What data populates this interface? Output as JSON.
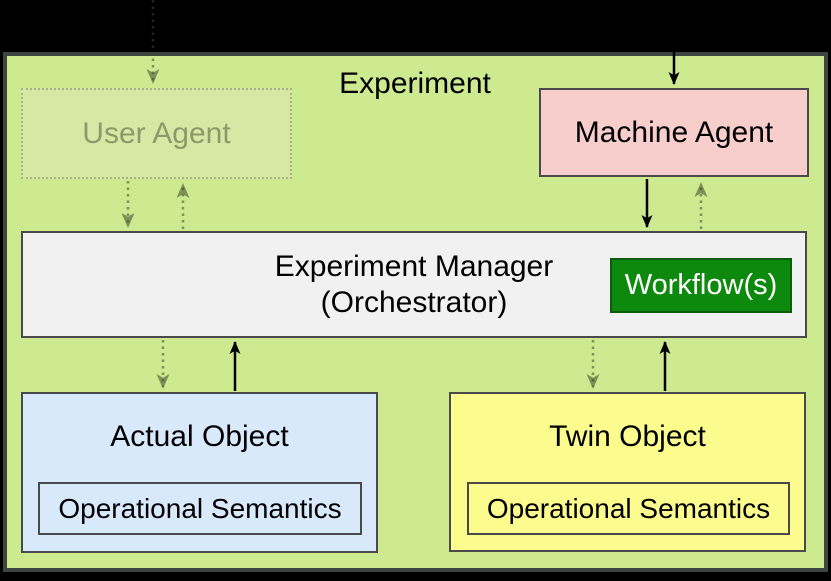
{
  "diagram": {
    "title": "Experiment",
    "nodes": {
      "user_agent": {
        "label": "User Agent",
        "state": "faded",
        "fill": "#d6e8a3"
      },
      "machine_agent": {
        "label": "Machine Agent",
        "fill": "#f8cecc"
      },
      "experiment_manager": {
        "label_line1": "Experiment Manager",
        "label_line2": "(Orchestrator)",
        "fill": "#f1f1f1"
      },
      "workflow": {
        "label": "Workflow(s)",
        "fill": "#0d8a0e",
        "text_color": "#ffffff"
      },
      "actual_object": {
        "label": "Actual Object",
        "sublabel": "Operational Semantics",
        "fill": "#d9e9fc"
      },
      "twin_object": {
        "label": "Twin Object",
        "sublabel": "Operational Semantics",
        "fill": "#fbfb8e"
      }
    },
    "edges": [
      {
        "from": "external-top",
        "to": "user_agent",
        "style": "dotted",
        "direction": "down"
      },
      {
        "from": "external-top",
        "to": "machine_agent",
        "style": "solid",
        "direction": "down"
      },
      {
        "from": "user_agent",
        "to": "experiment_manager",
        "style": "dotted",
        "direction": "down"
      },
      {
        "from": "experiment_manager",
        "to": "user_agent",
        "style": "dotted",
        "direction": "up"
      },
      {
        "from": "machine_agent",
        "to": "experiment_manager",
        "style": "solid",
        "direction": "down"
      },
      {
        "from": "experiment_manager",
        "to": "machine_agent",
        "style": "dotted",
        "direction": "up"
      },
      {
        "from": "experiment_manager",
        "to": "actual_object",
        "style": "dotted",
        "direction": "down"
      },
      {
        "from": "actual_object",
        "to": "experiment_manager",
        "style": "solid",
        "direction": "up"
      },
      {
        "from": "experiment_manager",
        "to": "twin_object",
        "style": "dotted",
        "direction": "down"
      },
      {
        "from": "twin_object",
        "to": "experiment_manager",
        "style": "solid",
        "direction": "up"
      }
    ],
    "colors": {
      "page_background": "#000000",
      "panel_fill": "#cdea90",
      "panel_border": "#3e453e",
      "box_border": "#4a4a4a",
      "solid_arrow": "#000000",
      "faded_arrow": "rgba(60,70,40,0.55)"
    }
  }
}
